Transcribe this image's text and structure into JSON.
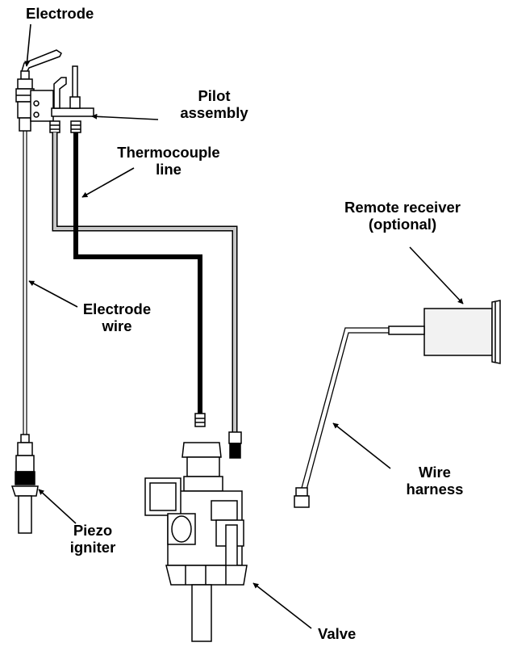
{
  "labels": {
    "electrode": "Electrode",
    "pilot_assembly": [
      "Pilot",
      "assembly"
    ],
    "thermocouple_line": [
      "Thermocouple",
      "line"
    ],
    "remote_receiver": [
      "Remote receiver",
      "(optional)"
    ],
    "electrode_wire": [
      "Electrode",
      "wire"
    ],
    "wire_harness": [
      "Wire",
      "harness"
    ],
    "piezo_igniter": [
      "Piezo",
      "igniter"
    ],
    "valve": "Valve"
  },
  "colors": {
    "line": "#000000",
    "gray_tube": "#c8c8c8",
    "receiver_fill": "#f2f2f2",
    "background": "#ffffff"
  }
}
